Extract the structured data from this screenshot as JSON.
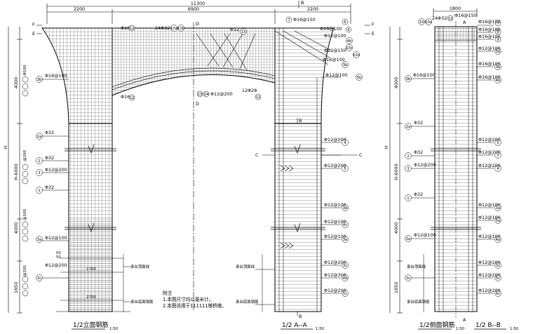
{
  "dimensions": {
    "overall": "11300",
    "left_span": "2200",
    "mid_span": "6900",
    "right_span": "2200",
    "side_width": "1800"
  },
  "left_axis": {
    "d1": "4000",
    "d2": "H-6000",
    "d3": "4000",
    "d4": "1650",
    "h": "H",
    "spacing_top": "Φ100",
    "spacing_mid": "@200",
    "spacing_low": "@100",
    "spacing_bot": "@200"
  },
  "section_marks": {
    "e": "E",
    "f": "F",
    "d": "D",
    "b": "B",
    "a": "A",
    "c": "C"
  },
  "elevation_labels": {
    "top_phi16": "Φ16",
    "top_n12": "12",
    "top_24phi32": "24Φ32",
    "top_n10a": "10a",
    "top_n10b": "10b",
    "top_phi12": "Φ12",
    "top_n15": "15",
    "arch_phi16": "Φ16",
    "arch_n12": "12",
    "arch_13": "13",
    "arch_14": "14",
    "arch_phi12at200": "Φ12@200",
    "arch_12phi28": "12Φ28",
    "arch_n11": "11",
    "l_3b": "3b",
    "l_phi16at100": "Φ16@100",
    "l_2a": "2a",
    "l_phi32_a": "Φ32",
    "l_2": "2",
    "l_phi32_b": "Φ32",
    "l_3": "3",
    "l_phi12at200": "Φ12@200",
    "l_1": "1",
    "l_phi32_c": "Φ32",
    "l_3a": "3a",
    "l_phi12at100": "Φ12@100",
    "l_3c": "3c",
    "l_phi12at200_b": "Φ12@200",
    "l_1700": "1700",
    "l_2700": "2700",
    "l_cap_top": "承台顶面线",
    "l_cap_bot": "承台底面钢筋",
    "l_50a": "50",
    "l_50b": "50"
  },
  "section_aa_labels": {
    "r7": "7",
    "r7t": "Φ16@150",
    "r6": "6",
    "r6t": "Φ16@100",
    "r8": "8",
    "r8t": "Φ12@100",
    "r4b": "4b",
    "r4bt": "Φ22@150",
    "r10c": "10c",
    "r10d": "10d",
    "r3b": "3b",
    "r3bt": "Φ16@100",
    "r5b": "5b",
    "r5bt": "Φ12@100",
    "r4": "4",
    "r4t": "Φ12@200",
    "r5": "5",
    "r5t": "Φ12@200",
    "r3d": "3d",
    "r3dt": "Φ12@100",
    "r4c": "4c",
    "r4ct": "Φ12@100",
    "r3e": "3e",
    "r3et": "Φ12@100",
    "r3c": "3c",
    "r3ct": "Φ12@200",
    "r4d": "4d",
    "r4dt": "Φ12@300",
    "r5c": "5c",
    "r5ct": "Φ12@200",
    "cap_top": "承台顶面线",
    "cap_bot": "承台底面钢筋"
  },
  "side_labels": {
    "w1800": "1800",
    "s10": "10",
    "s10a": "10a",
    "s24phi32": "24Φ32",
    "s12": "12",
    "sphi16at150": "Φ16@150",
    "s7": "7",
    "s16a": "Φ16@150",
    "s8": "8",
    "s8t": "Φ16@100",
    "s9": "9",
    "s9t": "Φ16@100",
    "s5b": "5b",
    "s5bt": "Φ12@100",
    "s3b": "3b",
    "s3bt": "Φ16@100",
    "s4b": "4b",
    "s4bt": "Φ16@100",
    "s2a": "2a",
    "s2at": "Φ32",
    "s2": "2",
    "s2t": "Φ32",
    "s3": "3",
    "s3t": "Φ12@200",
    "s5": "5",
    "s5t": "Φ12@200",
    "s4": "4",
    "s4t": "Φ12@200",
    "s1": "1",
    "s1t": "Φ32",
    "s3a": "3a",
    "s3at": "Φ12@100",
    "s5a": "5a",
    "s5at": "Φ12@100",
    "s4a": "4a",
    "s4at": "Φ12@100",
    "s3c": "3c",
    "s3ct": "Φ12@200",
    "s5c": "5c",
    "s5ct": "Φ12@200",
    "s4c": "4c",
    "s4ct": "Φ12@200",
    "scap_top": "承台顶面线",
    "scap_bot": "承台底面钢筋",
    "sd1": "4000",
    "sd2": "H-6000",
    "sd3": "4000",
    "sd4": "1650",
    "sh": "H"
  },
  "captions": {
    "elevation": "1/2立面钢筋",
    "elevation_scale": "1:50",
    "section_aa": "1/2 A--A",
    "section_aa_scale": "1:50",
    "side": "1/2侧面钢筋",
    "side_scale": "1:50",
    "section_bb": "1/2 B--B",
    "section_bb_scale": "1:50"
  },
  "notes": {
    "title": "附注",
    "line1": "1.本图尺寸均以毫米计。",
    "line2": "2.本图适用于111111墩桥墩。"
  }
}
